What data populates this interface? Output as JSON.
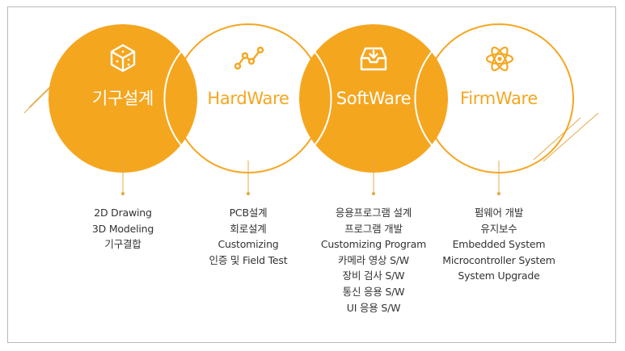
{
  "colors": {
    "accent": "#f5a61f",
    "text": "#333333",
    "border": "#b9b9b9",
    "line": "#e3ab4a"
  },
  "sections": [
    {
      "title": "기구설계",
      "icon": "cube-icon",
      "filled": true,
      "items": [
        "2D Drawing",
        "3D Modeling",
        "기구결합"
      ]
    },
    {
      "title": "HardWare",
      "icon": "line-graph-icon",
      "filled": false,
      "items": [
        "PCB설계",
        "회로설계",
        "Customizing",
        "인증 및 Field Test"
      ]
    },
    {
      "title": "SoftWare",
      "icon": "download-tray-icon",
      "filled": true,
      "items": [
        "응용프로그램 설계",
        "프로그램 개발",
        "Customizing Program",
        "카메라 영상 S/W",
        "장비 검사 S/W",
        "통신 응용 S/W",
        "UI 응용 S/W"
      ]
    },
    {
      "title": "FirmWare",
      "icon": "atom-icon",
      "filled": false,
      "items": [
        "펌웨어 개발",
        "유지보수",
        "Embedded System",
        "Microcontroller System",
        "System Upgrade"
      ]
    }
  ]
}
